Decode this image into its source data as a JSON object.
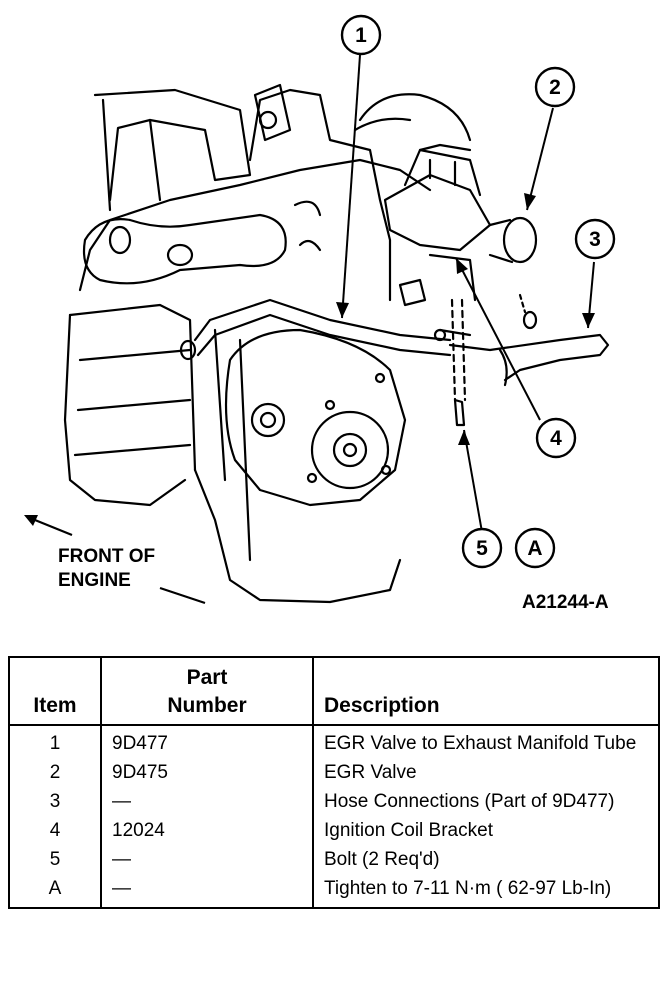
{
  "diagram": {
    "callouts": [
      "1",
      "2",
      "3",
      "4",
      "5",
      "A"
    ],
    "direction_label_line1": "FRONT OF",
    "direction_label_line2": "ENGINE",
    "figure_id": "A21244-A"
  },
  "table": {
    "headers": {
      "item": "Item",
      "part_number_line1": "Part",
      "part_number_line2": "Number",
      "description": "Description"
    },
    "rows": [
      {
        "item": "1",
        "part_number": "9D477",
        "description": "EGR Valve to Exhaust Manifold Tube"
      },
      {
        "item": "2",
        "part_number": "9D475",
        "description": "EGR Valve"
      },
      {
        "item": "3",
        "part_number": "—",
        "description": "Hose Connections (Part of 9D477)"
      },
      {
        "item": "4",
        "part_number": "12024",
        "description": "Ignition Coil Bracket"
      },
      {
        "item": "5",
        "part_number": "—",
        "description": "Bolt (2 Req'd)"
      },
      {
        "item": "A",
        "part_number": "—",
        "description": "Tighten to 7-11 N·m ( 62-97 Lb-In)"
      }
    ]
  }
}
